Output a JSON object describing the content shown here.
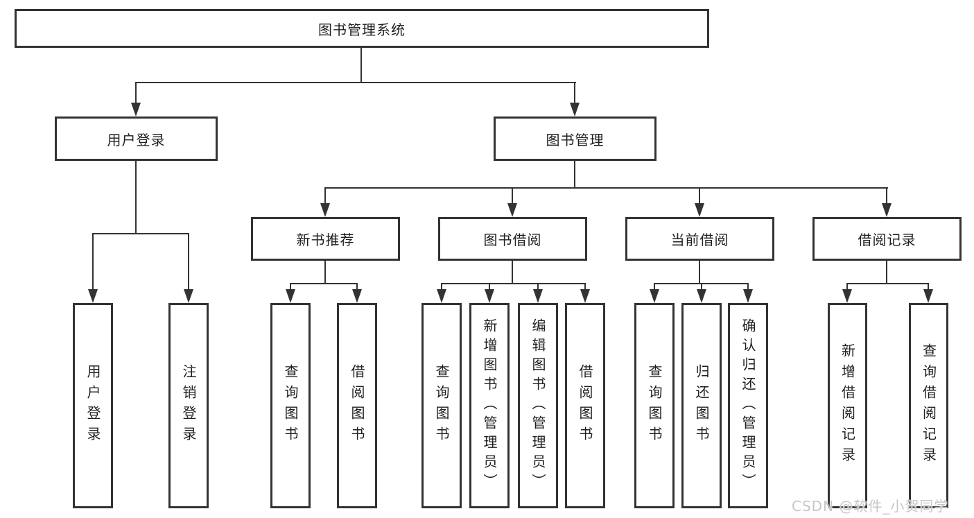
{
  "colors": {
    "line": "#333333",
    "text": "#1f1f1f",
    "background": "#ffffff",
    "watermark": "#c6c6c6"
  },
  "root": {
    "label": "图书管理系统"
  },
  "level2": {
    "user_login": {
      "label": "用户登录"
    },
    "book_management": {
      "label": "图书管理"
    }
  },
  "level3": {
    "new_book_recommend": {
      "label": "新书推荐"
    },
    "book_borrow": {
      "label": "图书借阅"
    },
    "current_borrow": {
      "label": "当前借阅"
    },
    "borrow_records": {
      "label": "借阅记录"
    }
  },
  "leaves": {
    "user_login": {
      "login": "用户登录",
      "logout": "注销登录"
    },
    "new_book_recommend": {
      "query_book": "查询图书",
      "borrow_book": "借阅图书"
    },
    "book_borrow": {
      "query_book": "查询图书",
      "add_book_admin": "新增图书（管理员）",
      "edit_book_admin": "编辑图书（管理员）",
      "borrow_book": "借阅图书"
    },
    "current_borrow": {
      "query_book": "查询图书",
      "return_book": "归还图书",
      "confirm_return_admin": "确认归还（管理员）"
    },
    "borrow_records": {
      "add_record": "新增借阅记录",
      "query_record": "查询借阅记录"
    }
  },
  "watermark": "CSDN @软件_小贺同学"
}
